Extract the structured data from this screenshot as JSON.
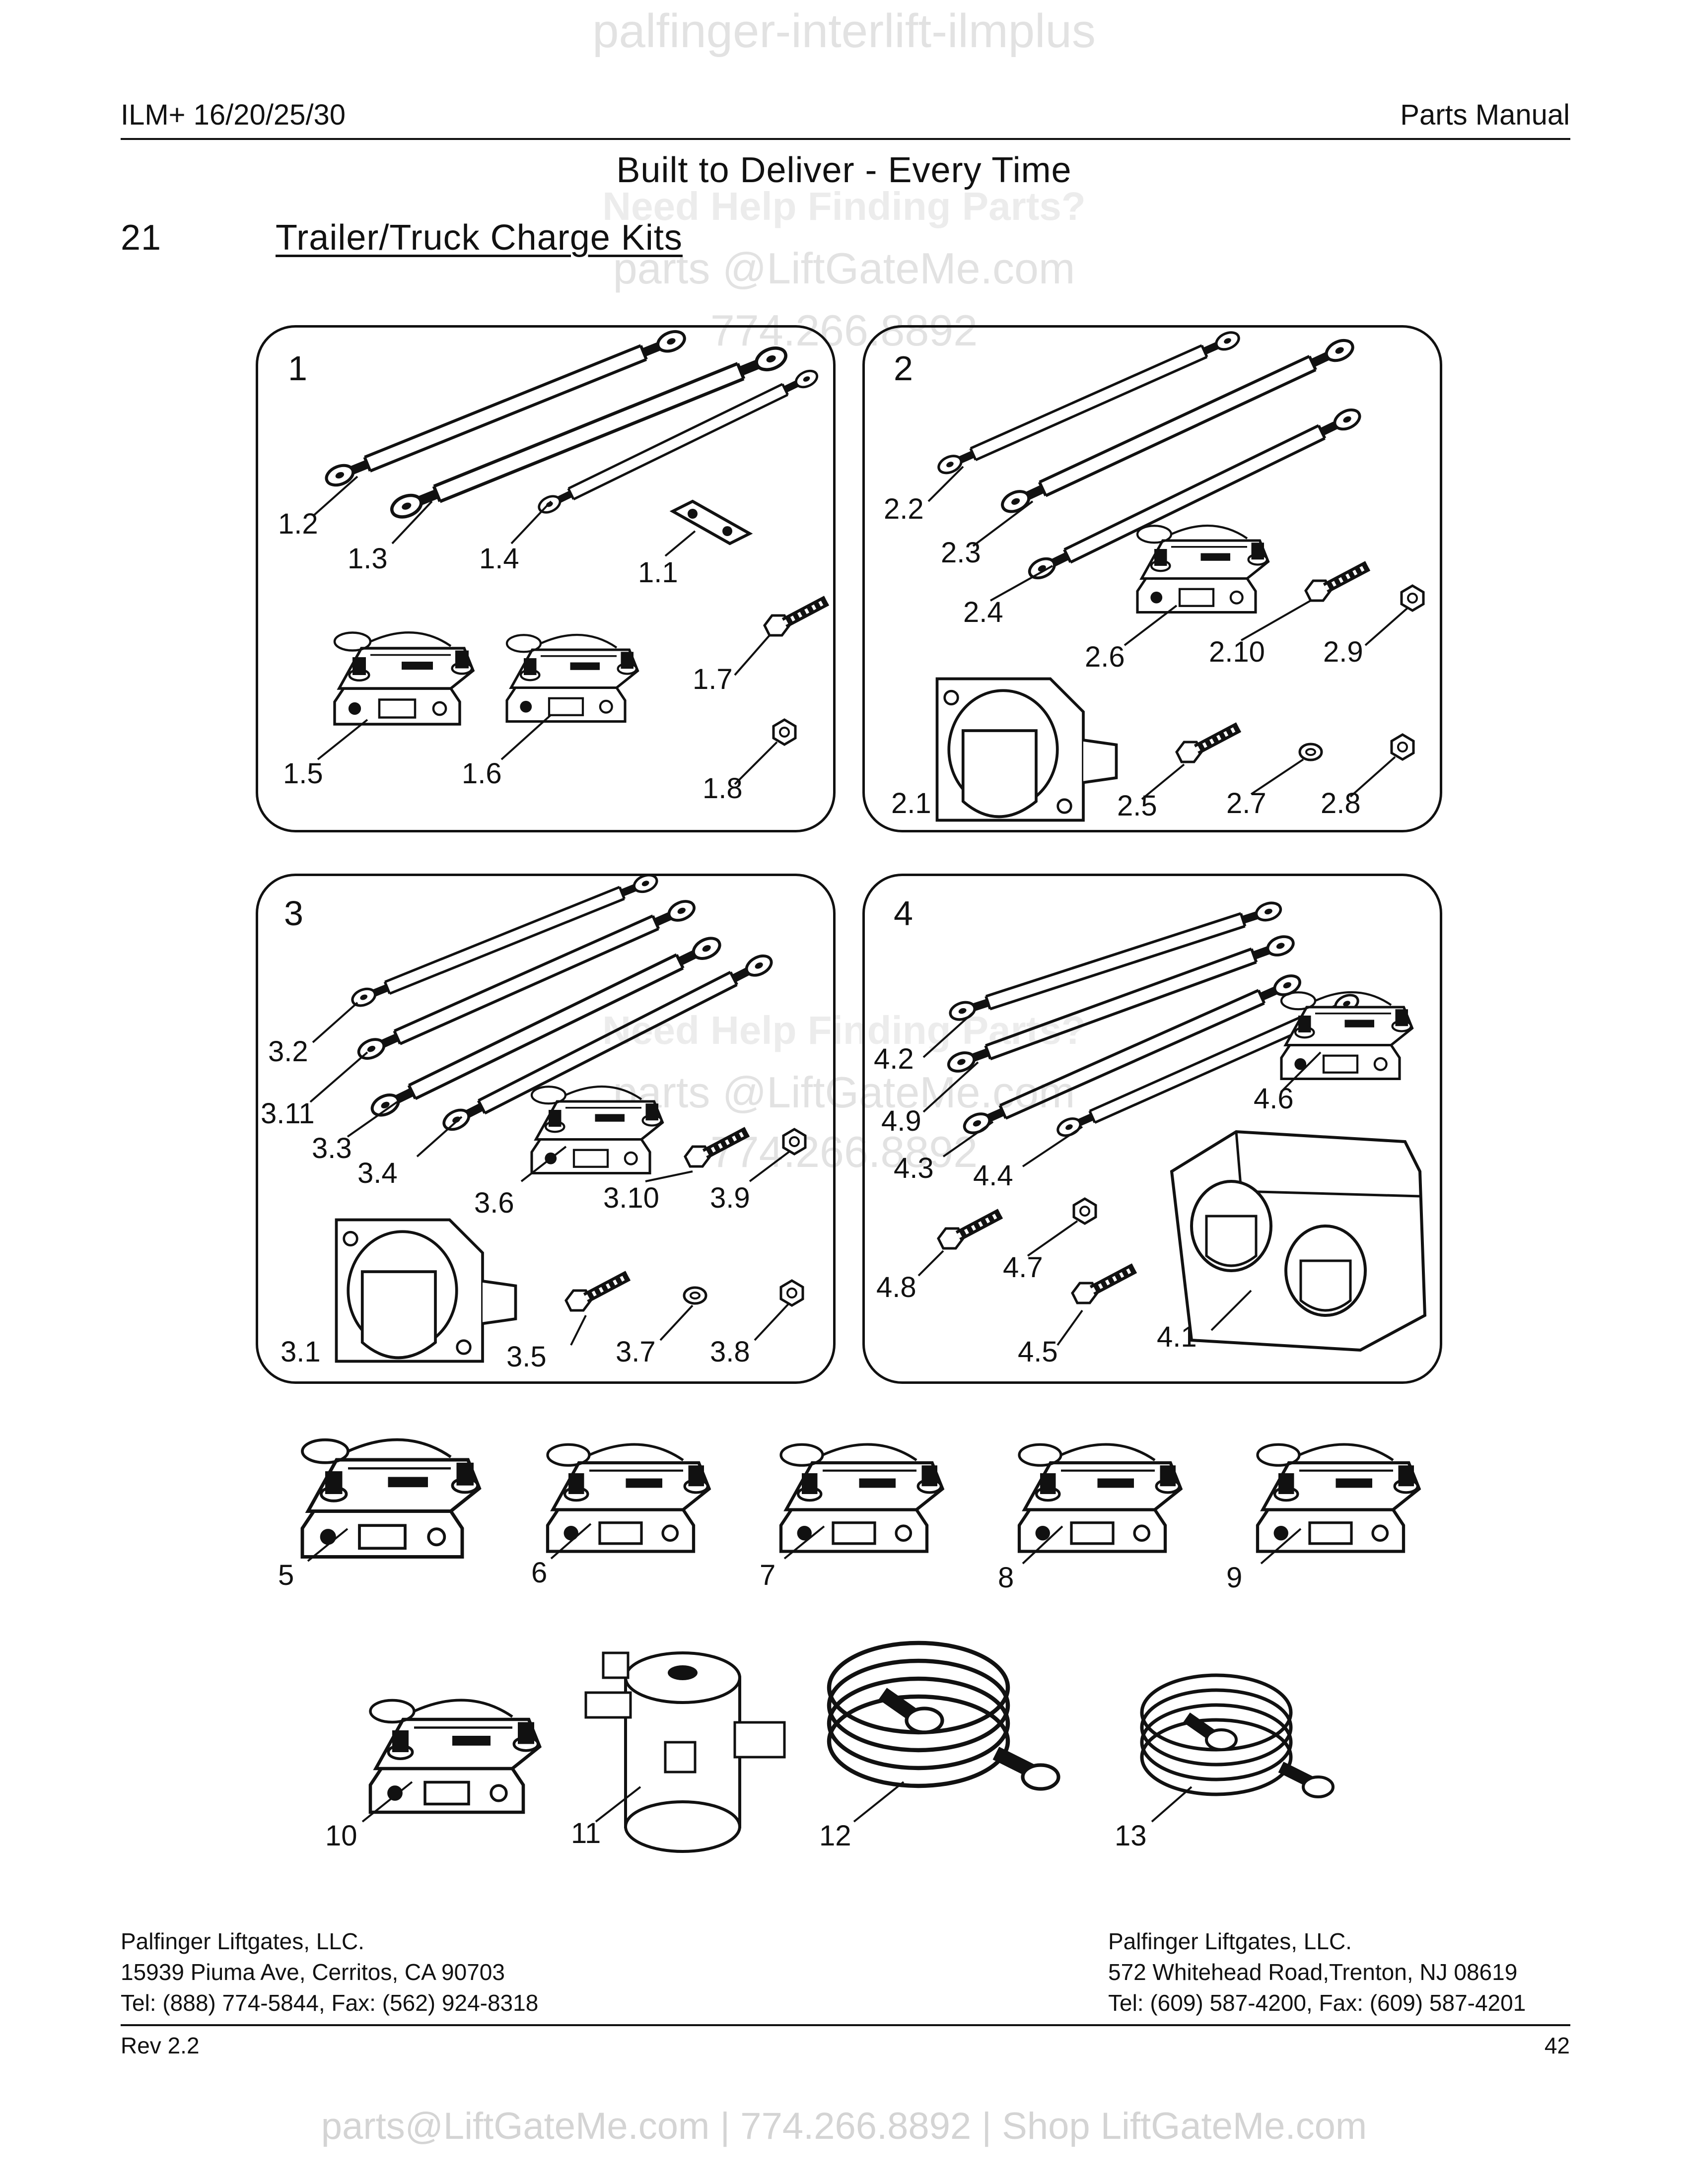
{
  "watermark": {
    "top": "palfinger-interlift-ilmplus",
    "help": "Need Help Finding Parts?",
    "email": "parts @LiftGateMe.com",
    "phone": "774.266.8892",
    "bottom": "parts@LiftGateMe.com | 774.266.8892 | Shop LiftGateMe.com"
  },
  "header": {
    "model": "ILM+ 16/20/25/30",
    "manual": "Parts Manual",
    "tagline": "Built to Deliver - Every Time"
  },
  "section": {
    "number": "21",
    "title": "Trailer/Truck Charge Kits"
  },
  "panels": [
    {
      "label": "1",
      "callouts": [
        "1.1",
        "1.2",
        "1.3",
        "1.4",
        "1.5",
        "1.6",
        "1.7",
        "1.8"
      ]
    },
    {
      "label": "2",
      "callouts": [
        "2.1",
        "2.2",
        "2.3",
        "2.4",
        "2.5",
        "2.6",
        "2.7",
        "2.8",
        "2.9",
        "2.10"
      ]
    },
    {
      "label": "3",
      "callouts": [
        "3.1",
        "3.2",
        "3.3",
        "3.4",
        "3.5",
        "3.6",
        "3.7",
        "3.8",
        "3.9",
        "3.10",
        "3.11"
      ]
    },
    {
      "label": "4",
      "callouts": [
        "4.1",
        "4.2",
        "4.3",
        "4.4",
        "4.5",
        "4.6",
        "4.7",
        "4.8",
        "4.9"
      ]
    }
  ],
  "loose_parts": [
    "5",
    "6",
    "7",
    "8",
    "9",
    "10",
    "11",
    "12",
    "13"
  ],
  "footer": {
    "left": {
      "company": "Palfinger Liftgates, LLC.",
      "address": "15939 Piuma Ave, Cerritos, CA 90703",
      "phone": "Tel: (888) 774-5844, Fax: (562) 924-8318"
    },
    "right": {
      "company": "Palfinger Liftgates, LLC.",
      "address": "572 Whitehead Road,Trenton, NJ 08619",
      "phone": "Tel: (609) 587-4200, Fax: (609) 587-4201"
    },
    "rev": "Rev 2.2",
    "page": "42"
  }
}
